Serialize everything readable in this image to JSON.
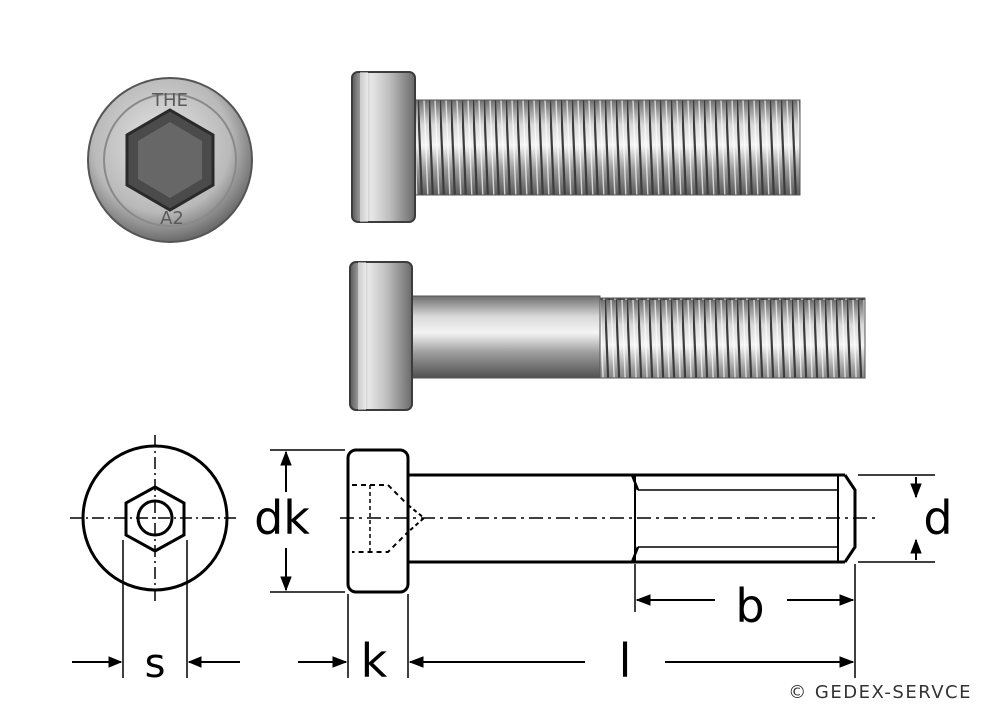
{
  "photo": {
    "head_marking_top": "THE",
    "head_marking_bottom": "A2"
  },
  "drawing": {
    "labels": {
      "dk": "dk",
      "d": "d",
      "s": "s",
      "k": "k",
      "b": "b",
      "l": "l"
    }
  },
  "copyright": "© GEDEX-SERVCE",
  "colors": {
    "line": "#000000",
    "metal_light": "#f2f2f2",
    "metal_mid": "#b8b8b8",
    "metal_dark": "#4a4a4a"
  }
}
